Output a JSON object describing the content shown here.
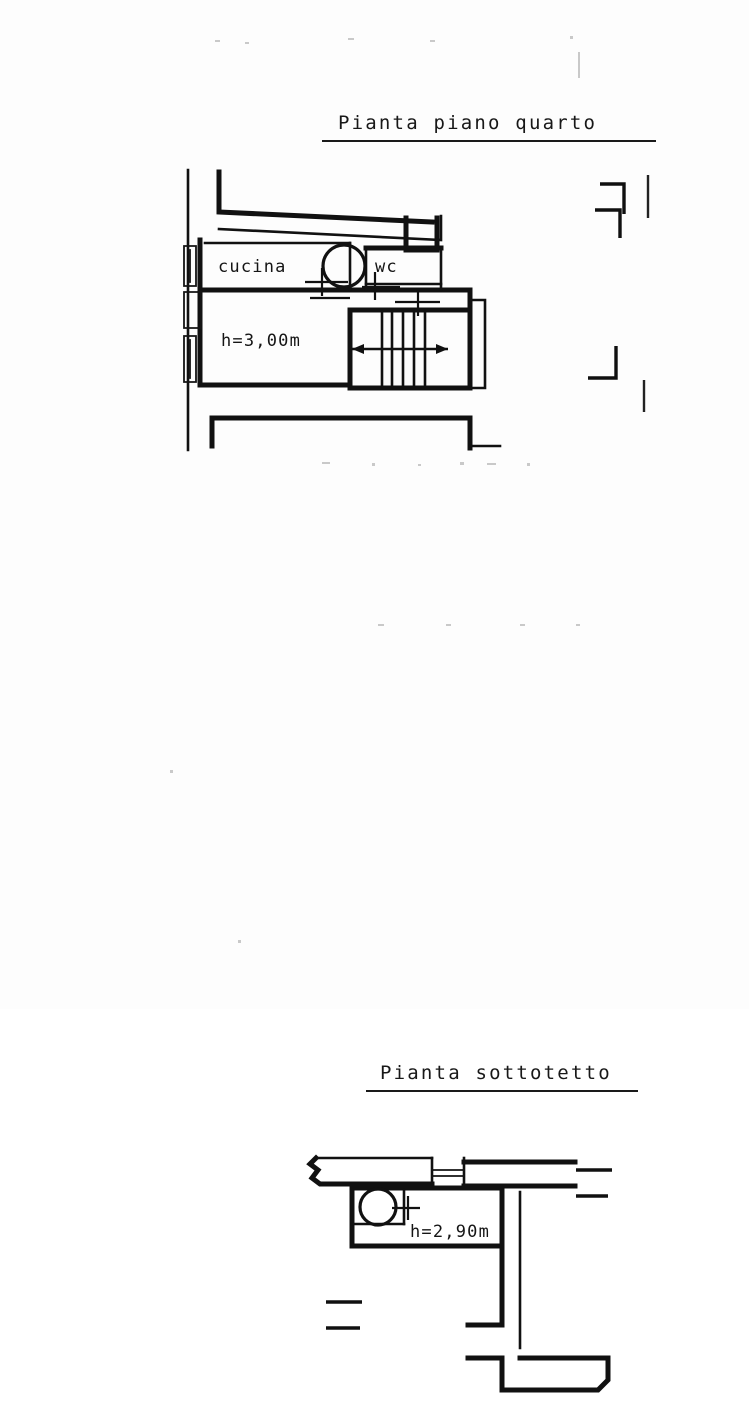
{
  "document": {
    "kind": "architectural-floor-plan-scan",
    "language": "it"
  },
  "plans": [
    {
      "id": "piano-quarto",
      "title": "Pianta piano quarto",
      "height_label": "h=3,00m",
      "rooms": [
        {
          "name": "cucina",
          "label": "cucina"
        },
        {
          "name": "wc",
          "label": "wc"
        }
      ],
      "features": [
        "staircase-with-direction-arrow",
        "circular-shaft",
        "window-openings-left-wall",
        "neighbouring-wall-fragments-right",
        "courtyard-outline-below"
      ]
    },
    {
      "id": "sottotetto",
      "title": "Pianta sottotetto",
      "height_label": "h=2,90m",
      "rooms": [],
      "features": [
        "circular-shaft",
        "hatched-opening-top-wall",
        "chamfered-corner-bottom-right",
        "wall-fragments-left-and-right"
      ]
    }
  ]
}
